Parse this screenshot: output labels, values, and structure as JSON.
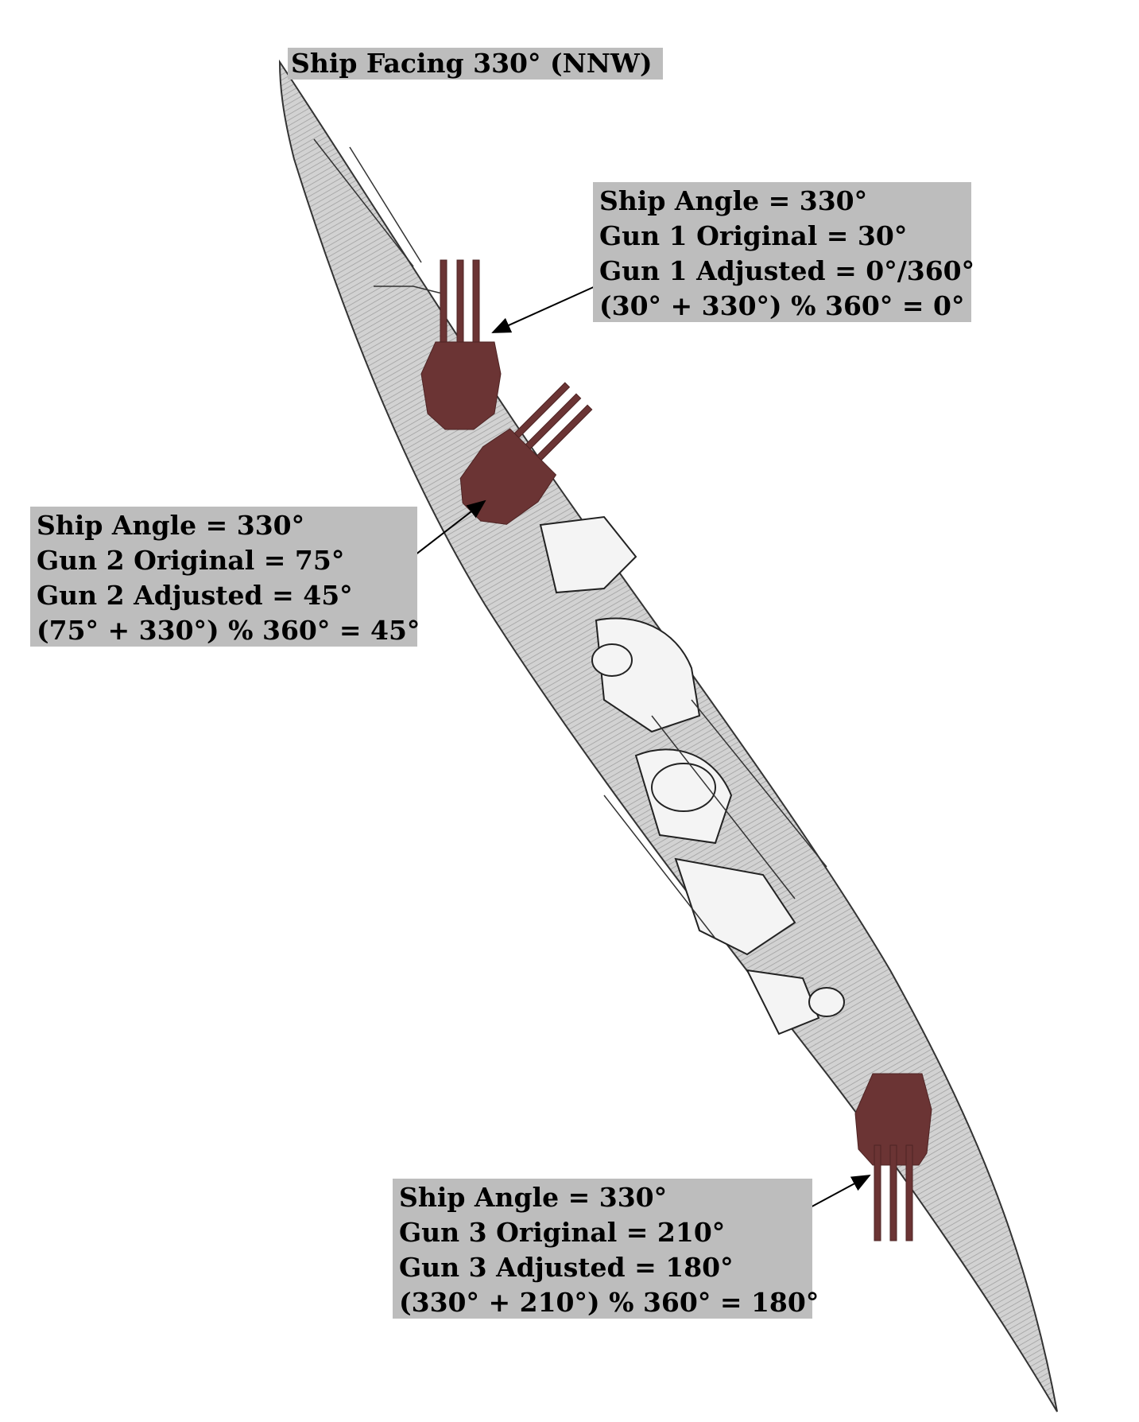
{
  "title": "Ship Facing 330° (NNW)",
  "callouts": [
    {
      "lines": [
        "Ship Angle = 330°",
        "Gun 1 Original = 30°",
        "Gun 1 Adjusted = 0°/360°",
        "(30° + 330°) % 360° = 0°"
      ]
    },
    {
      "lines": [
        "Ship Angle = 330°",
        "Gun 2 Original = 75°",
        "Gun 2 Adjusted = 45°",
        "(75° + 330°) % 360° = 45°"
      ]
    },
    {
      "lines": [
        "Ship Angle = 330°",
        "Gun 3 Original = 210°",
        "Gun 3 Adjusted = 180°",
        "(330° + 210°) % 360° = 180°"
      ]
    }
  ],
  "colors": {
    "turret": "#6b3434",
    "hull": "#c9c9c9",
    "label_bg": "#bdbdbd"
  }
}
